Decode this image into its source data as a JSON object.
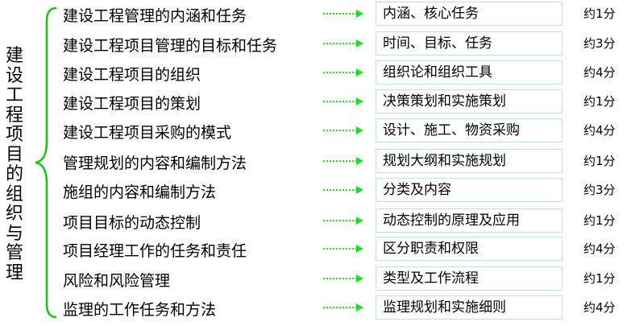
{
  "title": "建设工程项目的组织与管理",
  "colors": {
    "brace": "#17c417",
    "arrow": "#22dd22",
    "box_border": "#bfe0e0"
  },
  "rows": [
    {
      "topic": "建设工程管理的内涵和任务",
      "desc": "内涵、核心任务",
      "score": "约1分"
    },
    {
      "topic": "建设工程项目管理的目标和任务",
      "desc": "时间、目标、任务",
      "score": "约3分"
    },
    {
      "topic": "建设工程项目的组织",
      "desc": "组织论和组织工具",
      "score": "约4分"
    },
    {
      "topic": "建设工程项目的策划",
      "desc": "决策策划和实施策划",
      "score": "约1分"
    },
    {
      "topic": "建设工程项目采购的模式",
      "desc": "设计、施工、物资采购",
      "score": "约4分"
    },
    {
      "topic": "管理规划的内容和编制方法",
      "desc": "规划大纲和实施规划",
      "score": "约1分"
    },
    {
      "topic": "施组的内容和编制方法",
      "desc": "分类及内容",
      "score": "约3分"
    },
    {
      "topic": "项目目标的动态控制",
      "desc": "动态控制的原理及应用",
      "score": "约1分"
    },
    {
      "topic": "项目经理工作的任务和责任",
      "desc": "区分职责和权限",
      "score": "约4分"
    },
    {
      "topic": "风险和风险管理",
      "desc": "类型及工作流程",
      "score": "约1分"
    },
    {
      "topic": "监理的工作任务和方法",
      "desc": "监理规划和实施细则",
      "score": "约4分"
    }
  ]
}
